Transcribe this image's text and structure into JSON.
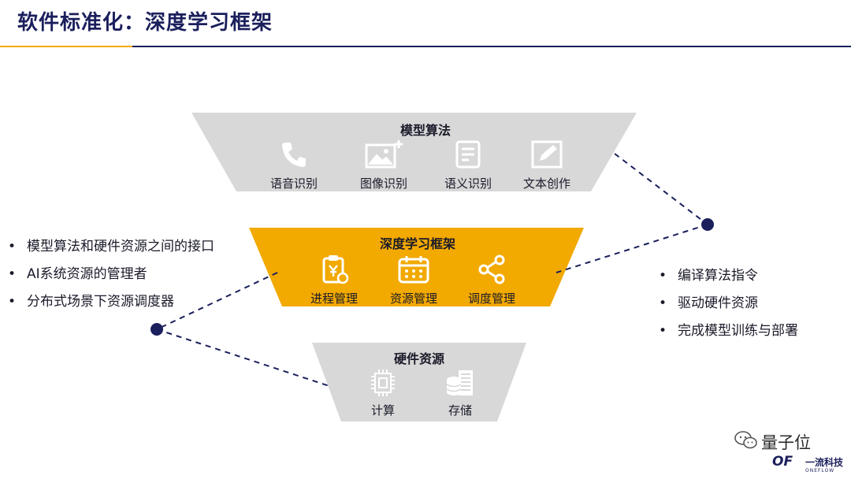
{
  "title": "软件标准化：深度学习框架",
  "colors": {
    "navy": "#1b1f5c",
    "gold": "#f2a900",
    "gray_tier": "#d8d8d8",
    "gold_tier": "#f2a900",
    "dot": "#1b1f5c"
  },
  "tiers": {
    "top": {
      "title": "模型算法",
      "items": [
        {
          "label": "语音识别",
          "icon": "phone-icon"
        },
        {
          "label": "图像识别",
          "icon": "image-icon"
        },
        {
          "label": "语义识别",
          "icon": "document-icon"
        },
        {
          "label": "文本创作",
          "icon": "edit-icon"
        }
      ]
    },
    "middle": {
      "title": "深度学习框架",
      "items": [
        {
          "label": "进程管理",
          "icon": "clipboard-yen-icon"
        },
        {
          "label": "资源管理",
          "icon": "calendar-icon"
        },
        {
          "label": "调度管理",
          "icon": "share-icon"
        }
      ]
    },
    "bottom": {
      "title": "硬件资源",
      "items": [
        {
          "label": "计算",
          "icon": "chip-icon"
        },
        {
          "label": "存储",
          "icon": "storage-icon"
        }
      ]
    }
  },
  "left_notes": [
    "模型算法和硬件资源之间的接口",
    "AI系统资源的管理者",
    "分布式场景下资源调度器"
  ],
  "right_notes": [
    "编译算法指令",
    "驱动硬件资源",
    "完成模型训练与部署"
  ],
  "watermark": {
    "text": "量子位",
    "brand_mark": "OF",
    "brand_cn": "一流科技",
    "brand_en": "ONEFLOW"
  }
}
